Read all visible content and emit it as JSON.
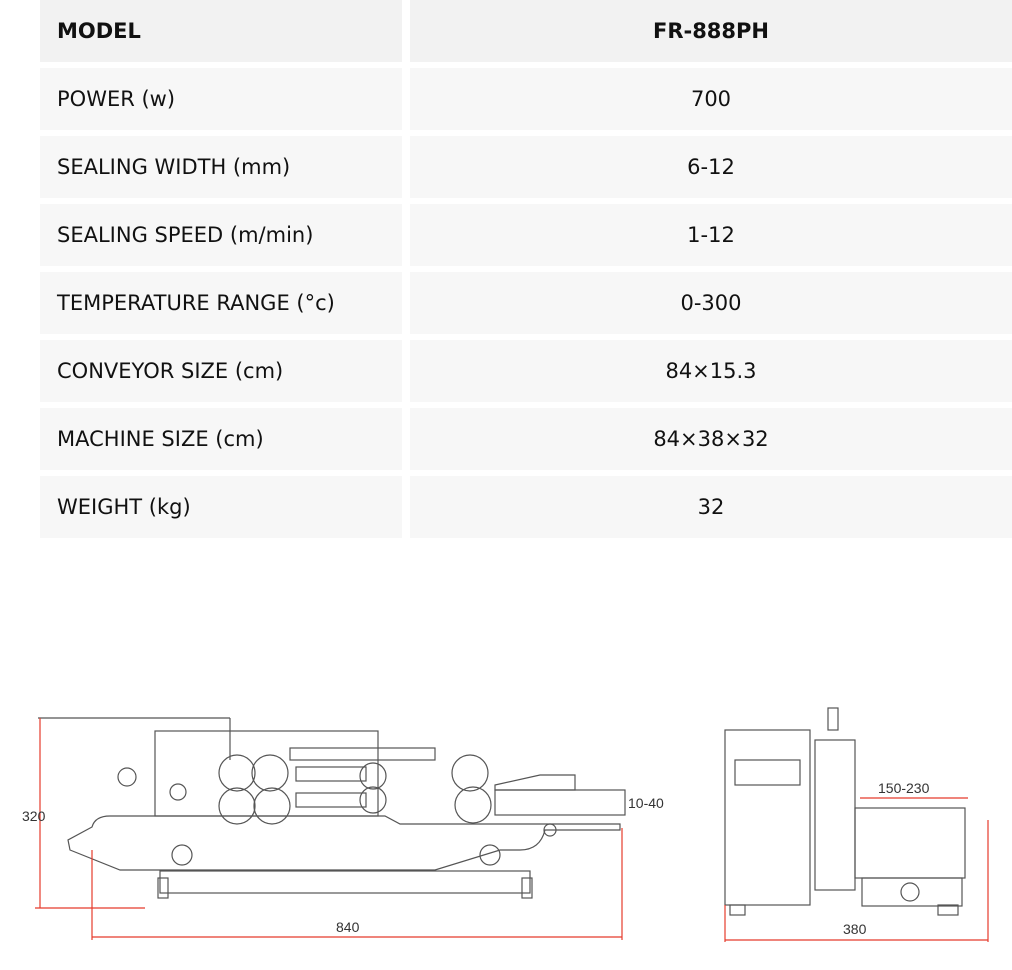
{
  "table": {
    "header": {
      "label": "MODEL",
      "value": "FR-888PH"
    },
    "rows": [
      {
        "label": "POWER (w)",
        "value": "700"
      },
      {
        "label": "SEALING WIDTH (mm)",
        "value": "6-12"
      },
      {
        "label": "SEALING SPEED (m/min)",
        "value": "1-12"
      },
      {
        "label": "TEMPERATURE RANGE (°c)",
        "value": "0-300"
      },
      {
        "label": "CONVEYOR SIZE (cm)",
        "value": "84×15.3"
      },
      {
        "label": "MACHINE SIZE (cm)",
        "value": "84×38×32"
      },
      {
        "label": "WEIGHT (kg)",
        "value": "32"
      }
    ]
  },
  "drawing": {
    "front": {
      "height": "320",
      "length": "840",
      "opening": "10-40"
    },
    "side": {
      "width": "380",
      "range": "150-230"
    },
    "colors": {
      "line": "#555555",
      "dimension": "#e53b2c"
    }
  }
}
